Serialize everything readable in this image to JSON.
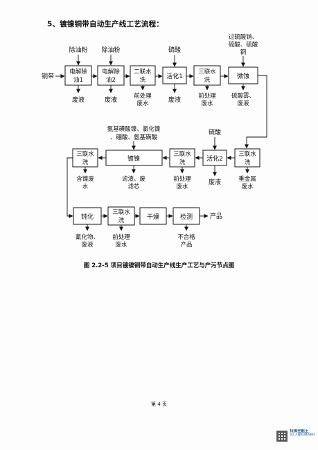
{
  "heading": "5、镀镍铜带自动生产线工艺流程：",
  "flow": {
    "raw_input": "铜带",
    "row1": {
      "inputs": [
        "除油粉",
        "除油粉",
        "硫酸",
        "过硫酸钠、",
        "硫酸、硫酸",
        "铜"
      ],
      "boxes": [
        "电解除",
        "油1",
        "电解除",
        "油2",
        "二联水",
        "洗",
        "活化1",
        "三联水",
        "洗",
        "微蚀"
      ],
      "outputs": [
        "废液",
        "废液",
        "前处理",
        "废水",
        "废液",
        "前处理",
        "废水",
        "硫酸雾、",
        "废液"
      ]
    },
    "row2": {
      "inputs": [
        "氨基磺酸镍、氯化镍",
        "、硼酸、氨基磺酸",
        "硫酸"
      ],
      "boxes": [
        "三联水",
        "洗",
        "镀镍",
        "三联水",
        "洗",
        "活化2",
        "三联水",
        "洗"
      ],
      "outputs": [
        "含镍废",
        "水",
        "滤渣、废",
        "滤芯",
        "前处理",
        "废水",
        "废液",
        "重金属",
        "废水"
      ]
    },
    "row3": {
      "boxes": [
        "钝化",
        "三联水",
        "洗",
        "干燥",
        "检测"
      ],
      "product": "产品",
      "outputs": [
        "氰化物、",
        "废液",
        "前处理",
        "废水",
        "不合格",
        "产品"
      ]
    }
  },
  "caption": "图 2.2-5 项目镀镍铜带自动生产线生产工艺与产污节点图",
  "page_number": "第 4 页",
  "stamp": {
    "app": "扫描全能王",
    "tagline": "3亿人都在用的扫描App"
  }
}
